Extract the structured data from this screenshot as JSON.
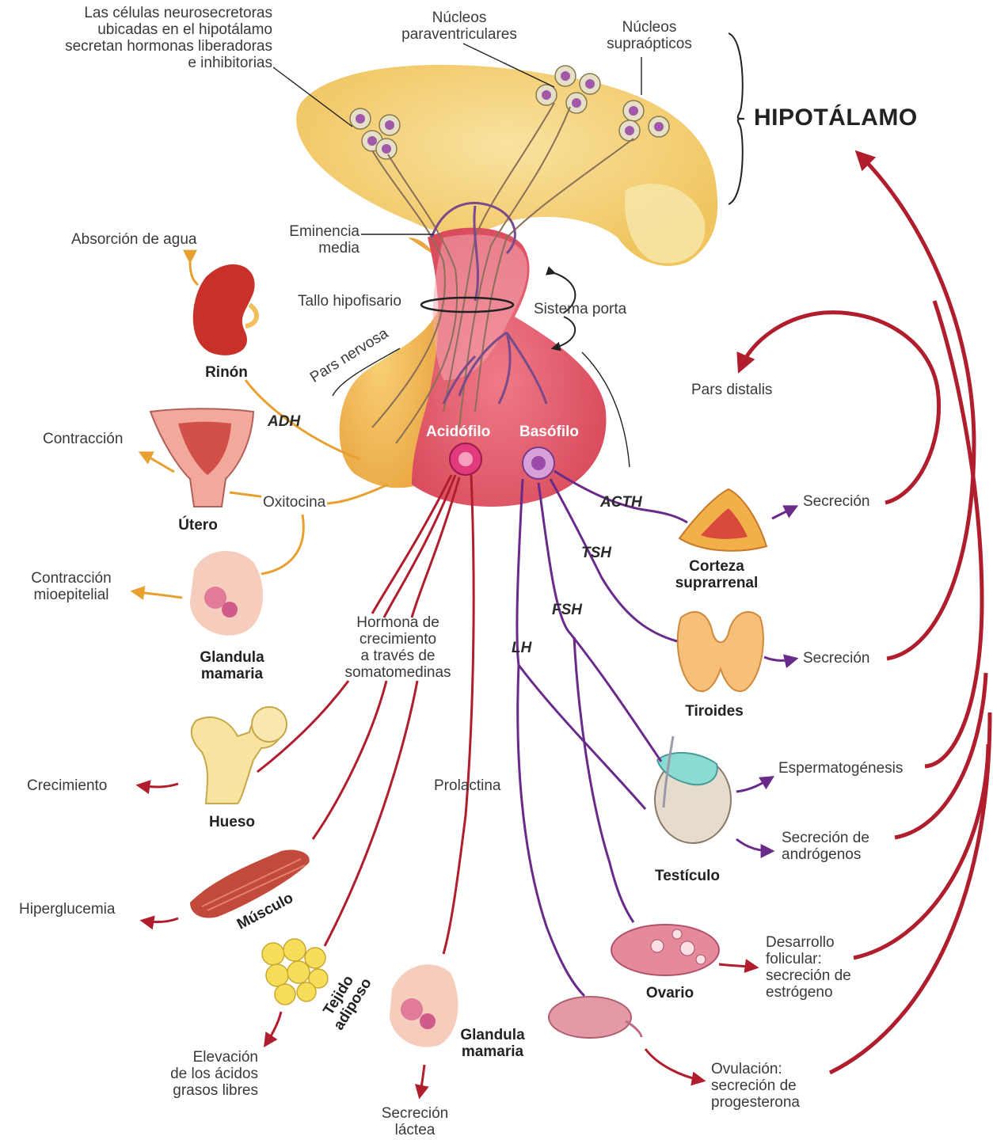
{
  "title": "HIPOTÁLAMO",
  "labels": {
    "neuro": "Las células neurosecretoras\nubicadas en el hipotálamo\nsecretan hormonas liberadoras\ne inhibitorias",
    "paraventricular": "Núcleos\nparaventriculares",
    "supraoptic": "Núcleos\nsupraópticos",
    "eminence": "Eminencia\nmedia",
    "stalk": "Tallo hipofisario",
    "portal": "Sistema porta",
    "pars_nervosa": "Pars nervosa",
    "pars_distalis": "Pars distalis",
    "acidophil": "Acidófilo",
    "basophil": "Basófilo",
    "gh": "Hormona de\ncrecimiento\na través de\nsomatomedinas",
    "prolactin": "Prolactina"
  },
  "hormones": {
    "adh": "ADH",
    "oxytocin": "Oxitocina",
    "acth": "ACTH",
    "tsh": "TSH",
    "fsh": "FSH",
    "lh": "LH"
  },
  "organs": {
    "kidney": "Rinón",
    "uterus": "Útero",
    "mammary1": "Glandula\nmamaria",
    "bone": "Hueso",
    "muscle": "Músculo",
    "adipose": "Tejido\nadiposo",
    "mammary2": "Glandula\nmamaria",
    "adrenal": "Corteza\nsuprarrenal",
    "thyroid": "Tiroides",
    "testis": "Testículo",
    "ovary": "Ovario"
  },
  "effects": {
    "water": "Absorción de agua",
    "contraction": "Contracción",
    "myoepithelial": "Contracción\nmioepitelial",
    "growth": "Crecimiento",
    "hyperglycemia": "Hiperglucemia",
    "fatty_acids": "Elevación\nde los ácidos\ngrasos libres",
    "milk": "Secreción\nláctea",
    "secretion_adrenal": "Secreción",
    "secretion_thyroid": "Secreción",
    "spermatogenesis": "Espermatogénesis",
    "androgens": "Secreción de\nandrógenos",
    "follicular": "Desarrollo\nfolicular:\nsecreción de\nestrógeno",
    "ovulation": "Ovulación:\nsecreción de\nprogesterona"
  },
  "colors": {
    "posterior": "#e8a030",
    "anterior": "#b01e2e",
    "basophil_path": "#6a2a8a",
    "feedback": "#b01e2e",
    "hypothalamus": "#f4d27a",
    "pituitary_anterior": "#e25a6a",
    "pituitary_posterior": "#f2b84c"
  }
}
